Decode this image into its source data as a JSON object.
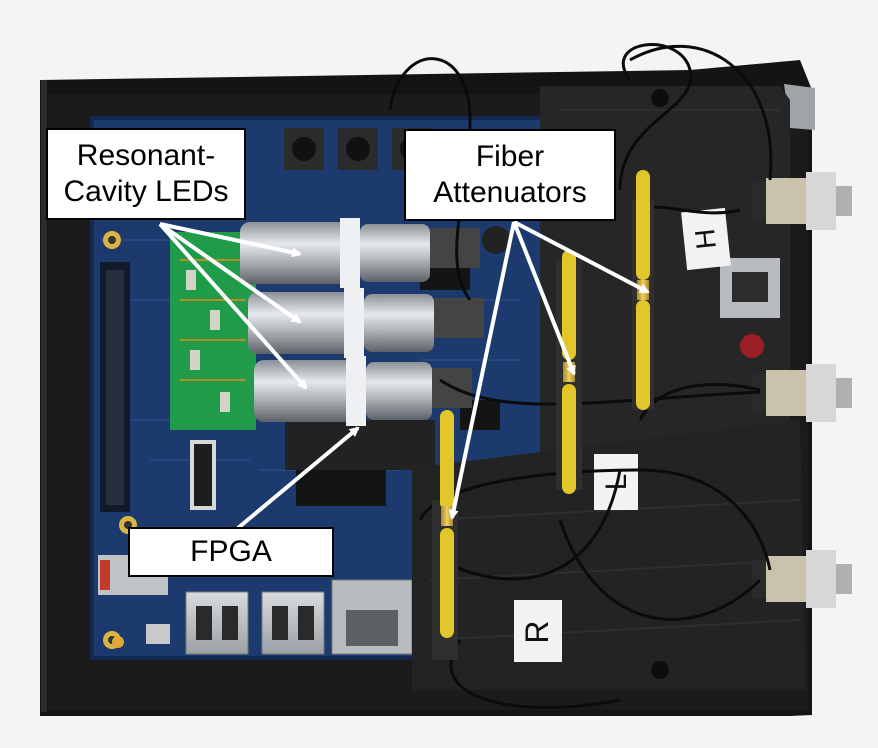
{
  "image": {
    "description_free": true,
    "colors": {
      "background": "#f4f4f3",
      "enclosure": "#1a1a1a",
      "board": "#1d3a6e",
      "aux_board": "#1f9b4a",
      "led_metal": "#c8ccd0",
      "fiber_yellow": "#e3c72a",
      "arrow": "#ffffff"
    }
  },
  "callouts": {
    "resonant": {
      "line1": "Resonant-",
      "line2": "Cavity LEDs"
    },
    "fiber": {
      "line1": "Fiber",
      "line2": "Attenuators"
    },
    "fpga": {
      "text": "FPGA"
    },
    "tag_h": "H",
    "tag_l": "L",
    "tag_r": "R"
  }
}
